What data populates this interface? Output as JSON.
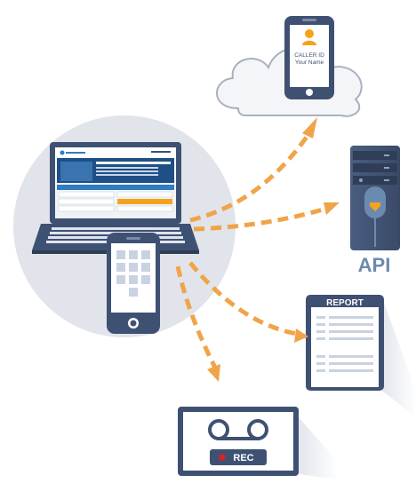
{
  "phone_screen": {
    "line1": "CALLER ID",
    "line2": "Your Name"
  },
  "api_label": "API",
  "report_title": "REPORT",
  "rec_label": "REC",
  "colors": {
    "arrow": "#f0a44a",
    "navy": "#3f5173",
    "api_blue": "#6b8ab0",
    "accent_orange": "#f5a31a",
    "rec_red": "#e02020",
    "circle": "#e1e4ea"
  }
}
